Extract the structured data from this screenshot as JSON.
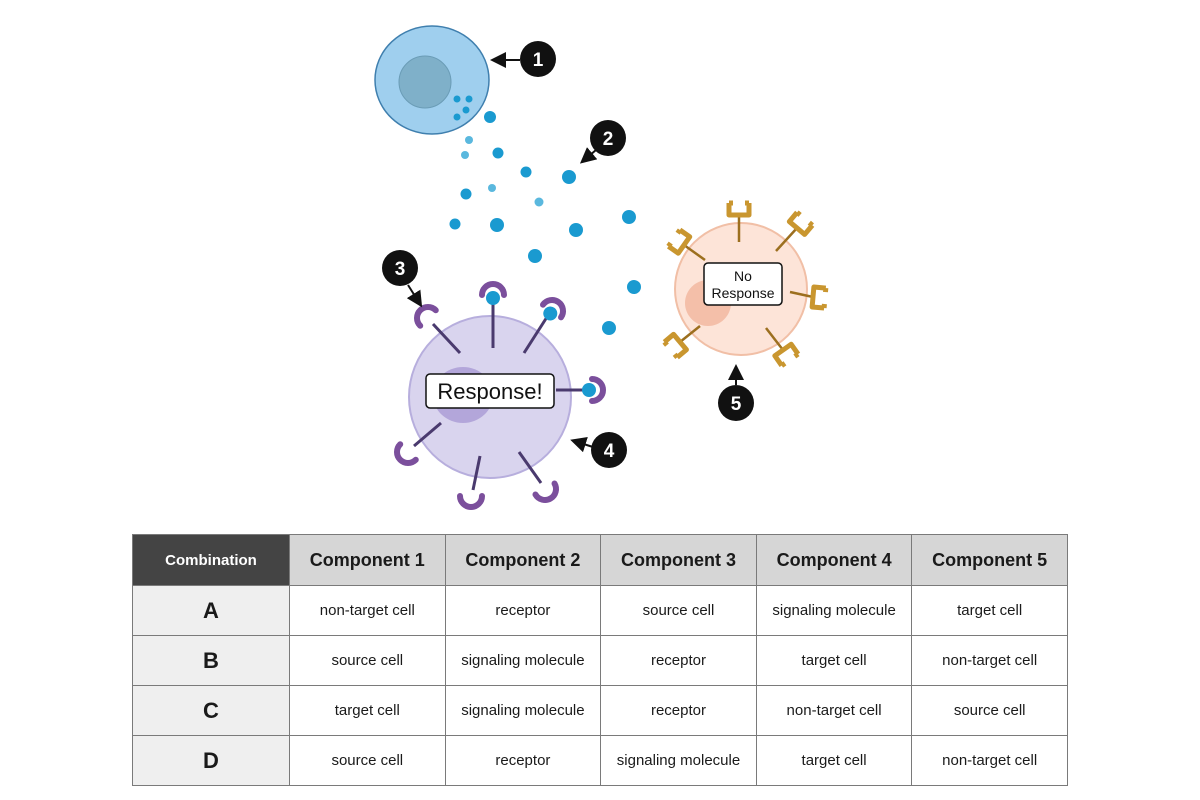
{
  "diagram": {
    "markers": [
      "1",
      "2",
      "3",
      "4",
      "5"
    ],
    "target_cell_label": "Response!",
    "nontarget_cell_label_line1": "No",
    "nontarget_cell_label_line2": "Response",
    "colors": {
      "source_cell_fill": "#9fcfee",
      "source_cell_stroke": "#3f7fae",
      "source_nucleus": "#7fb0c9",
      "molecule": "#1a9ad0",
      "molecule_light": "#5ab8de",
      "target_cell_fill": "#d9d4ee",
      "target_cell_stroke": "#b7aedd",
      "target_nucleus": "#b3a6da",
      "receptor_purple": "#7b4f9c",
      "stalk_purple": "#4a3a6e",
      "nontarget_cell_fill": "#fde4d8",
      "nontarget_cell_stroke": "#f1bfa6",
      "nontarget_nucleus": "#f4bfa9",
      "receptor_gold": "#c9962f",
      "marker": "#111111"
    }
  },
  "table": {
    "headers": [
      "Combination",
      "Component 1",
      "Component 2",
      "Component 3",
      "Component 4",
      "Component 5"
    ],
    "rows": [
      {
        "label": "A",
        "cells": [
          "non-target cell",
          "receptor",
          "source cell",
          "signaling molecule",
          "target cell"
        ]
      },
      {
        "label": "B",
        "cells": [
          "source cell",
          "signaling molecule",
          "receptor",
          "target cell",
          "non-target cell"
        ]
      },
      {
        "label": "C",
        "cells": [
          "target cell",
          "signaling molecule",
          "receptor",
          "non-target cell",
          "source cell"
        ]
      },
      {
        "label": "D",
        "cells": [
          "source cell",
          "receptor",
          "signaling molecule",
          "target cell",
          "non-target cell"
        ]
      }
    ]
  }
}
